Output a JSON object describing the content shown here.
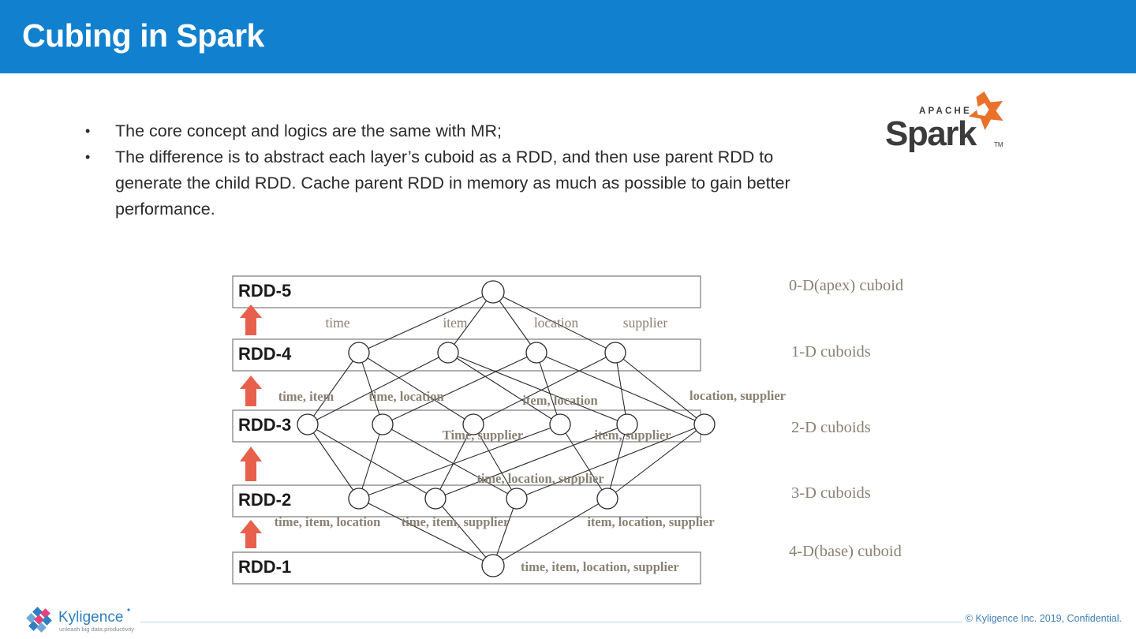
{
  "header": {
    "title": "Cubing in Spark",
    "background_color": "#1180ce",
    "title_color": "#ffffff"
  },
  "bullets": [
    {
      "marker": "•",
      "text": "The core concept and logics are the same with MR;"
    },
    {
      "marker": "•",
      "text": "The difference is to abstract each layer’s cuboid as a RDD, and then use parent RDD to generate the child RDD. Cache parent RDD in memory as much as possible to gain better performance."
    }
  ],
  "logos": {
    "spark": {
      "wordmark": "Spark",
      "supertext": "APACHE",
      "trademark": "TM",
      "star_color": "#e8722a",
      "text_color": "#3b3b3b"
    },
    "kyligence": {
      "wordmark": "Kyligence",
      "tagline": "unleash big data productivity",
      "primary_color": "#2f7fc1",
      "accent_color": "#e0447c"
    }
  },
  "diagram": {
    "rdd_boxes": [
      {
        "label": "RDD-5",
        "row": 0
      },
      {
        "label": "RDD-4",
        "row": 1
      },
      {
        "label": "RDD-3",
        "row": 2
      },
      {
        "label": "RDD-2",
        "row": 3
      },
      {
        "label": "RDD-1",
        "row": 4
      }
    ],
    "arrow_color": "#e8604c",
    "arrows_count": 4,
    "cuboid_levels": [
      "0-D(apex) cuboid",
      "1-D cuboids",
      "2-D cuboids",
      "3-D cuboids",
      "4-D(base) cuboid"
    ],
    "lattice_label_color": "#8a8174",
    "node_labels": {
      "apex": [],
      "one_d": [
        "time",
        "item",
        "location",
        "supplier"
      ],
      "two_d": [
        "time, item",
        "time, location",
        "item, location",
        "Time, supplier",
        "item, supplier",
        "location, supplier"
      ],
      "three_d": [
        "time, item, location",
        "time, item, supplier",
        "time, location, supplier",
        "item, location, supplier"
      ],
      "base": [
        "time, item, location, supplier"
      ]
    }
  },
  "footer": {
    "copyright": "© Kyligence Inc. 2019, Confidential.",
    "rule_color": "#bcd7ea",
    "copyright_color": "#3f7fb5"
  }
}
